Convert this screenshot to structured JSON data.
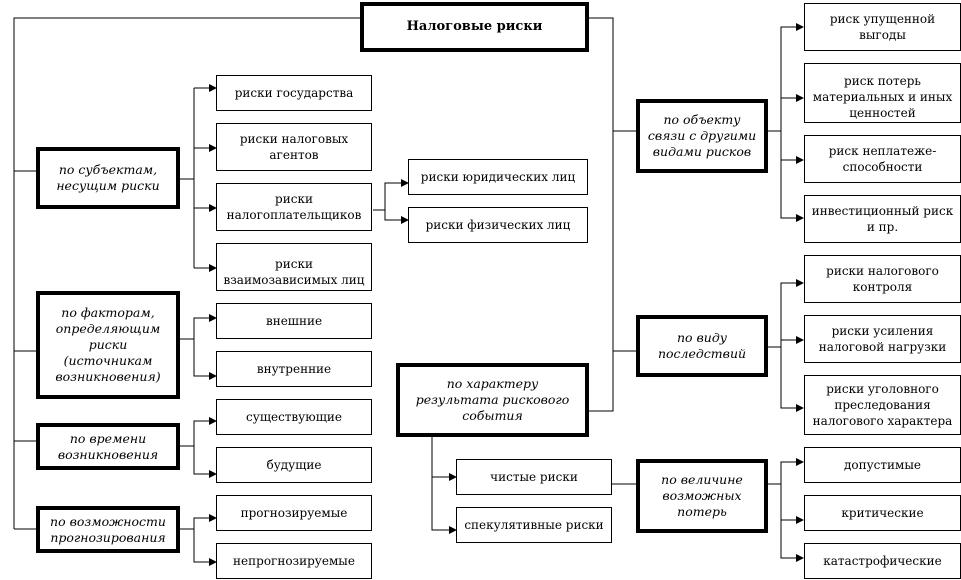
{
  "root": {
    "label": "Налоговые риски"
  },
  "groups": {
    "subjects": {
      "label": "по субъектам,\nнесущим риски",
      "items": [
        "риски государства",
        "риски налоговых агентов",
        "риски налогоплательщиков",
        "риски взаимозависимых лиц"
      ],
      "taxpayers": [
        "риски юридических лиц",
        "риски физических лиц"
      ]
    },
    "factors": {
      "label": "по факторам,\nопределяющим\nриски\n(источникам\nвозникновения)",
      "items": [
        "внешние",
        "внутренние"
      ]
    },
    "time": {
      "label": "по времени\nвозникновения",
      "items": [
        "существующие",
        "будущие"
      ]
    },
    "forecast": {
      "label": "по возможности\nпрогнозирования",
      "items": [
        "прогнозируемые",
        "непрогнозируемые"
      ]
    },
    "object": {
      "label": "по объекту\nсвязи с другими\nвидами рисков",
      "items": [
        "риск упущенной выгоды",
        "риск  потерь материальных и иных ценностей",
        "риск  неплатеже-способности",
        "инвестиционный риск  и пр."
      ]
    },
    "consequences": {
      "label": "по виду\nпоследствий",
      "items": [
        "риски налогового контроля",
        "риски усиления налоговой нагрузки",
        "риски уголовного преследования налогового характера"
      ]
    },
    "event": {
      "label": "по характеру\nрезультата рискового\nсобытия",
      "items": [
        "чистые риски",
        "спекулятивные риски"
      ]
    },
    "losses": {
      "label": "по величине\nвозможных\nпотерь",
      "items": [
        "допустимые",
        "критические",
        "катастрофические"
      ]
    }
  }
}
